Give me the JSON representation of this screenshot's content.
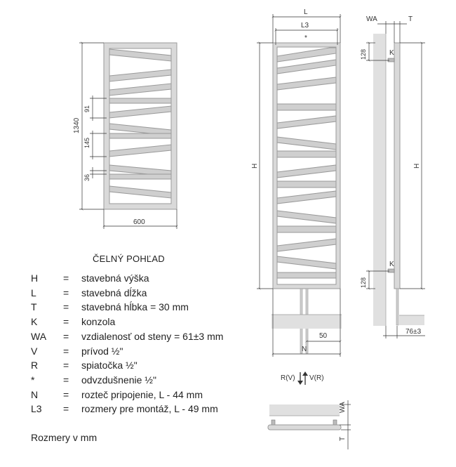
{
  "front_view": {
    "height_dim": "1340",
    "width_dim": "600",
    "gap_dims": [
      "91",
      "145",
      "36"
    ]
  },
  "side_view": {
    "width_label": "L",
    "mount_label": "L3",
    "height_label": "H",
    "air_vent_mark": "*",
    "pitch_label": "N",
    "pitch_offset": "50"
  },
  "profile_view": {
    "wa_label": "WA",
    "t_label": "T",
    "height_label": "H",
    "bracket_label": "K",
    "bracket_offset": "128",
    "wall_offset": "76±3"
  },
  "flow_view": {
    "left_label": "R(V)",
    "right_label": "V(R)",
    "wa_label": "WA",
    "t_label": "T"
  },
  "caption": "ČELNÝ POHĽAD",
  "legend": [
    {
      "sym": "H",
      "text": "stavebná výška"
    },
    {
      "sym": "L",
      "text": "stavebná dĺžka"
    },
    {
      "sym": "T",
      "text": "stavebná hĺbka = 30 mm"
    },
    {
      "sym": "K",
      "text": "konzola"
    },
    {
      "sym": "WA",
      "text": "vzdialenosť od steny = 61±3 mm"
    },
    {
      "sym": "V",
      "text": "prívod ½\""
    },
    {
      "sym": "R",
      "text": "spiatočka ½\""
    },
    {
      "sym": "*",
      "text": "odvzdušnenie ½\""
    },
    {
      "sym": "N",
      "text": "rozteč pripojenie, L - 44 mm"
    },
    {
      "sym": "L3",
      "text": "rozmery pre montáž, L - 49 mm"
    }
  ],
  "legend_eq": "=",
  "units": "Rozmery v mm"
}
